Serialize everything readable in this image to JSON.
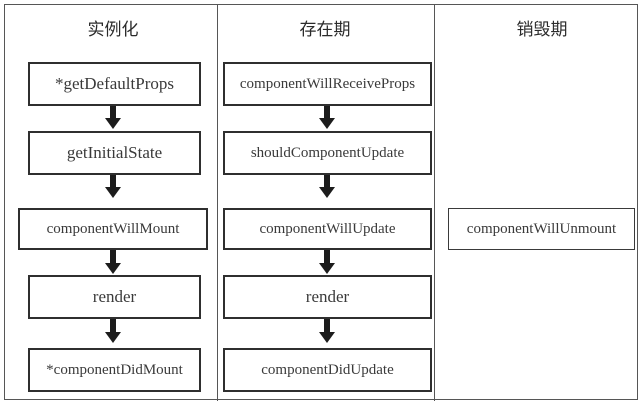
{
  "diagram": {
    "title_columns": [
      {
        "label": "实例化"
      },
      {
        "label": "存在期"
      },
      {
        "label": "销毁期"
      }
    ],
    "columns": [
      {
        "name": "instantiation",
        "header": "实例化",
        "nodes": [
          {
            "label": "*getDefaultProps"
          },
          {
            "label": "getInitialState"
          },
          {
            "label": "componentWillMount"
          },
          {
            "label": "render"
          },
          {
            "label": "*componentDidMount"
          }
        ]
      },
      {
        "name": "lifetime",
        "header": "存在期",
        "nodes": [
          {
            "label": "componentWillReceiveProps"
          },
          {
            "label": "shouldComponentUpdate"
          },
          {
            "label": "componentWillUpdate"
          },
          {
            "label": "render"
          },
          {
            "label": "componentDidUpdate"
          }
        ]
      },
      {
        "name": "destruction",
        "header": "销毁期",
        "nodes": [
          {
            "label": "componentWillUnmount"
          }
        ]
      }
    ]
  },
  "colors": {
    "frame": "#565656",
    "node_border": "#2f2f2f",
    "arrow": "#1c1c1c",
    "text": "#3a3a3a",
    "background": "#ffffff"
  }
}
